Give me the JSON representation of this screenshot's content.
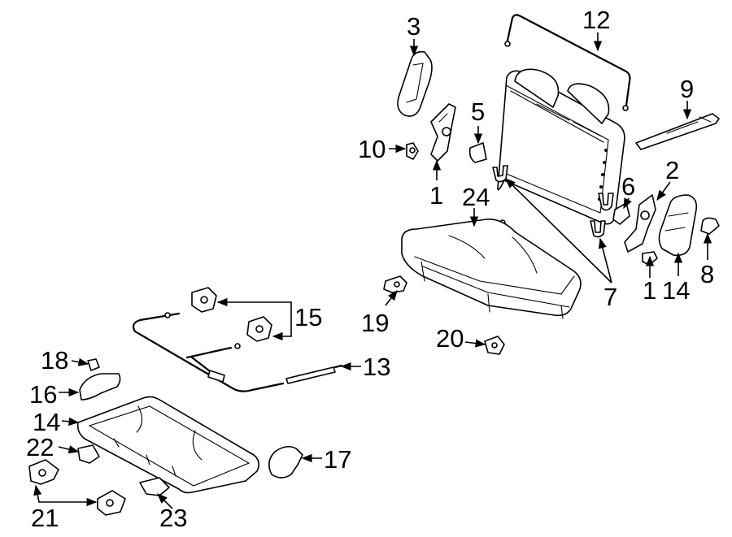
{
  "callouts": {
    "c1a": "1",
    "c1b": "1",
    "c2": "2",
    "c3": "3",
    "c5": "5",
    "c6": "6",
    "c7": "7",
    "c8": "8",
    "c9": "9",
    "c10": "10",
    "c12": "12",
    "c13": "13",
    "c14a": "14",
    "c14b": "14",
    "c15": "15",
    "c16": "16",
    "c17": "17",
    "c18": "18",
    "c19": "19",
    "c20": "20",
    "c21": "21",
    "c22": "22",
    "c23": "23",
    "c24": "24"
  },
  "colors": {
    "line": "#000000",
    "background": "#ffffff"
  }
}
